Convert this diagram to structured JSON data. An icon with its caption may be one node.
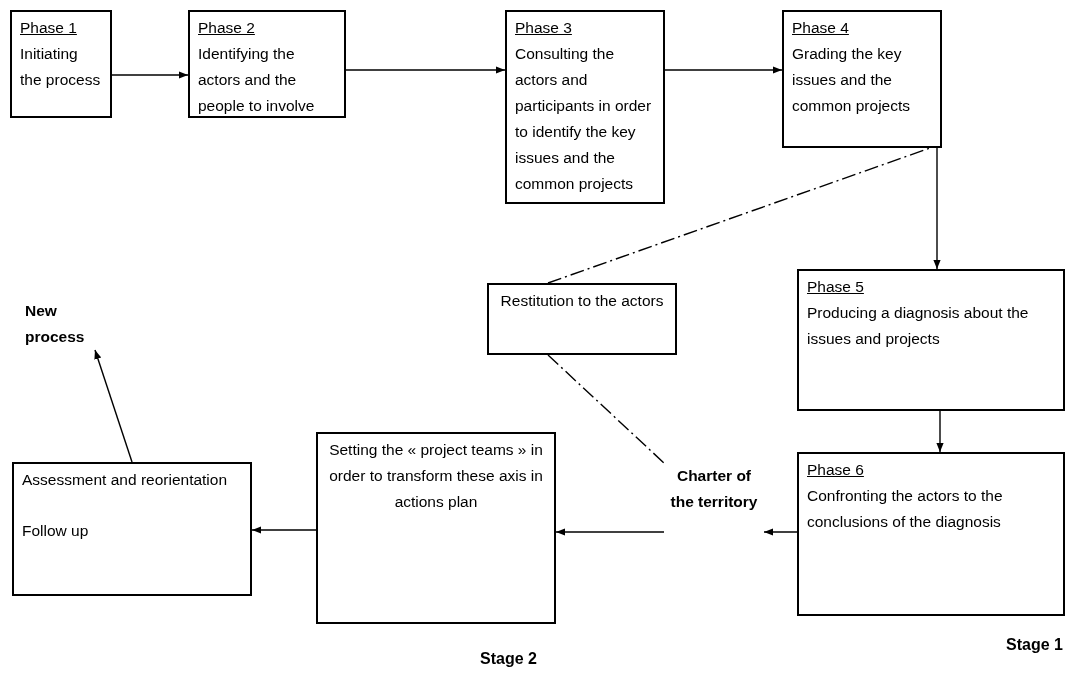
{
  "diagram": {
    "nodes": [
      {
        "text": [
          "Phase 1",
          "Initiating the process"
        ]
      },
      {
        "text": [
          "Phase 2",
          "Identifying the actors and the people to involve"
        ]
      },
      {
        "text": [
          "Phase 3",
          "Consulting the actors and participants in order to identify the key issues and the common projects"
        ]
      },
      {
        "text": [
          "Phase 4",
          "Grading the key issues and the common projects"
        ]
      },
      {
        "text": [
          "Restitution to the actors"
        ]
      },
      {
        "text": [
          "Phase 5",
          "Producing a diagnosis about the issues and projects"
        ]
      },
      {
        "text": [
          "Phase 6",
          "Confronting the actors to the conclusions of the diagnosis"
        ]
      },
      {
        "text": [
          "Charter of the territory"
        ]
      },
      {
        "text": [
          "Setting the « project teams » in order to transform these axis in actions plan"
        ]
      },
      {
        "text": [
          "Assessment and reorientation",
          "Follow up"
        ]
      },
      {
        "text": [
          "New process"
        ]
      }
    ],
    "edges": [
      {
        "from": 0,
        "to": 1,
        "arrow": "to"
      },
      {
        "from": 1,
        "to": 2,
        "arrow": "to"
      },
      {
        "from": 2,
        "to": 3,
        "arrow": "to"
      },
      {
        "from": 3,
        "to": 5,
        "arrow": "to"
      },
      {
        "from": 5,
        "to": 6,
        "arrow": "to"
      },
      {
        "from": 6,
        "to": 7,
        "arrow": "to"
      },
      {
        "from": 7,
        "to": 8,
        "arrow": "to"
      },
      {
        "from": 8,
        "to": 9,
        "arrow": "to"
      },
      {
        "from": 9,
        "to": 10,
        "arrow": "to"
      },
      {
        "from": 4,
        "to": 3,
        "arrow": "none",
        "style": "dashed"
      },
      {
        "from": 4,
        "to": 7,
        "arrow": "none",
        "style": "dashed"
      }
    ],
    "labels": [
      "Stage 1",
      "Stage 2"
    ]
  }
}
